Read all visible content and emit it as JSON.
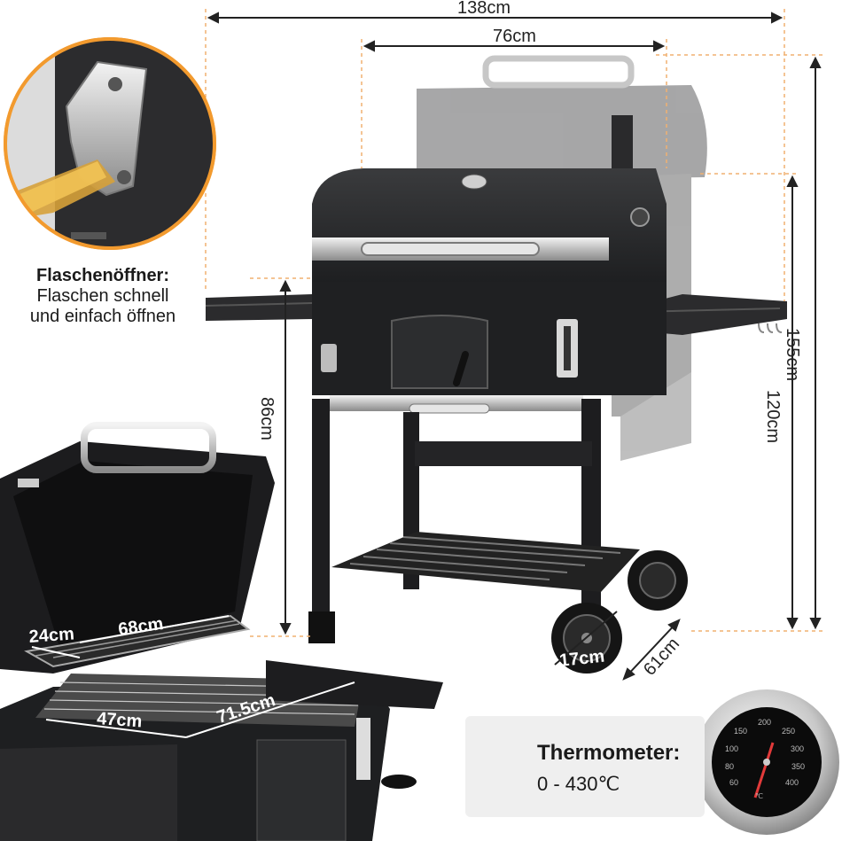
{
  "dimensions": {
    "overall_width": "138cm",
    "grill_width": "76cm",
    "overall_height": "155cm",
    "cart_height": "120cm",
    "table_height": "86cm",
    "depth": "61cm",
    "wheel_diameter": "17cm",
    "warming_rack_depth": "24cm",
    "warming_rack_width": "68cm",
    "grill_grate_depth": "47cm",
    "grill_grate_width": "71.5cm"
  },
  "bottle_opener": {
    "title": "Flaschenöffner:",
    "line1": "Flaschen schnell",
    "line2": "und einfach öffnen"
  },
  "thermometer": {
    "title": "Thermometer:",
    "range": "0 - 430℃",
    "icon": "thermometer-icon",
    "gauge_unit": "℃"
  },
  "colors": {
    "accent": "#f29a2e",
    "dimension_line": "#222222",
    "guide_line": "#f0b070"
  }
}
